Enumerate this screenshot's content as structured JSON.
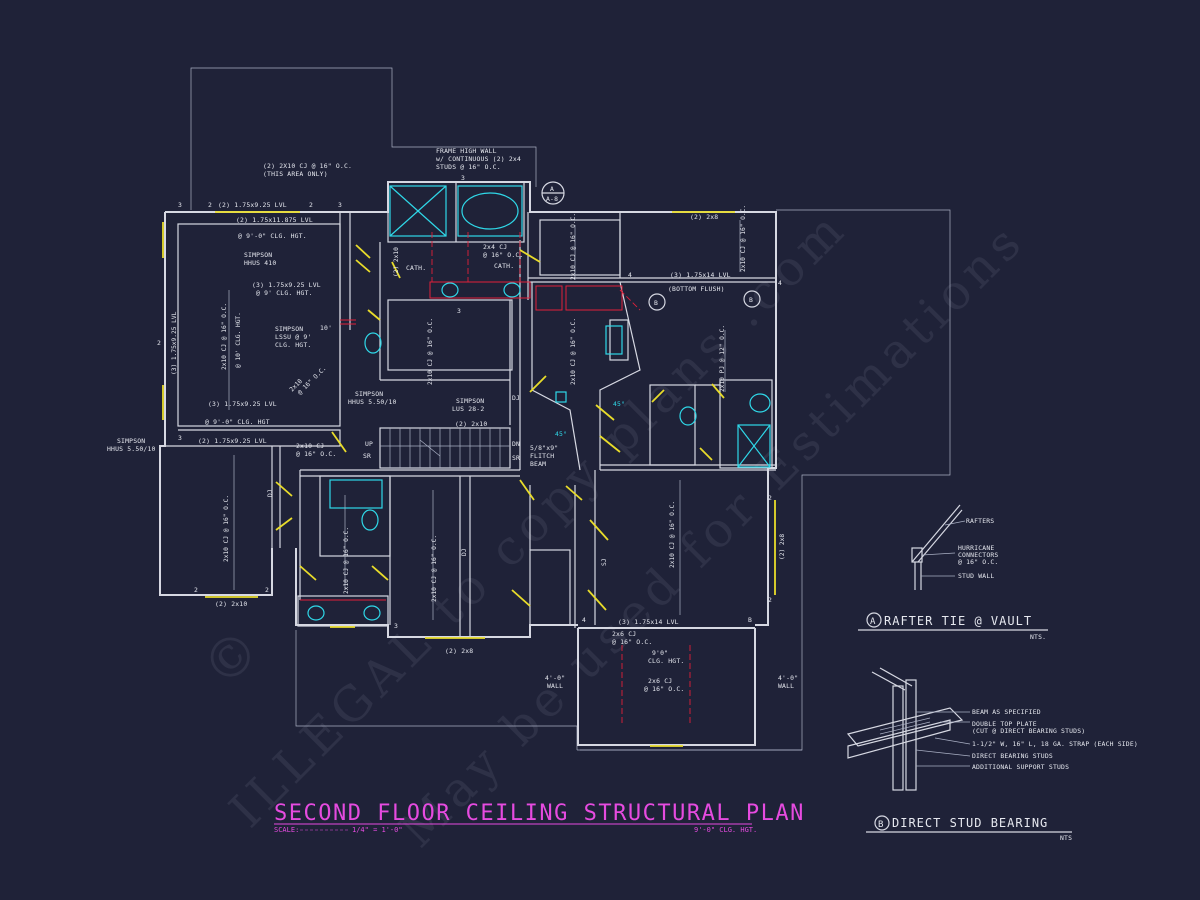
{
  "drawing": {
    "title": "SECOND FLOOR CEILING STRUCTURAL PLAN",
    "scale_label": "SCALE:",
    "scale_value": "1/4\" = 1'-0\"",
    "ceiling_note": "9'-0\" CLG. HGT.",
    "watermark_lines": [
      "ILLEGAL to copy plans .com",
      "May be used for Estimations"
    ],
    "watermark_copyright": "©"
  },
  "colors": {
    "background": "#1f2238",
    "lines": "#d6d8e2",
    "title": "#e64be0",
    "beams": "#e0203a",
    "windows": "#e8dc2a",
    "fixtures": "#2fd8e8"
  },
  "labels": {
    "frame_wall": [
      "FRAME HIGH WALL",
      "w/ CONTINUOUS (2) 2x4",
      "STUDS @ 16\" O.C."
    ],
    "cj_area": [
      "(2) 2X10 CJ @ 16\" O.C.",
      "(THIS AREA ONLY)"
    ],
    "lvl_top": "(2) 1.75x9.25 LVL",
    "lvl_top2": "(2) 1.75x11.875 LVL",
    "clg_hgt_9": "@ 9'-0\" CLG. HGT.",
    "simpson_hhus": [
      "SIMPSON",
      "HHUS 410"
    ],
    "lvl_3": [
      "(3) 1.75x9.25 LVL",
      "@ 9' CLG. HGT."
    ],
    "lvl_left": "(3) 1.75x9.25 LVL",
    "cj_left": "2x10 CJ @ 16\" O.C.",
    "cj_left2": "@ 10' CLG. HGT.",
    "simpson_lsu": [
      "SIMPSON",
      "LSSU @ 9'",
      "CLG. HGT."
    ],
    "tag_10": "10'",
    "rafter_2x10": [
      "2x10",
      "@ 16\" O.C."
    ],
    "lvl_bottom_left": "(3) 1.75x9.25 LVL",
    "clg_9_bottom": "@ 9'-0\" CLG. HGT",
    "simpson_hhus_left": [
      "SIMPSON",
      "HHUS 5.50/10"
    ],
    "lvl_mid": "(2) 1.75x9.25 LVL",
    "simpson_hhus2": [
      "SIMPSON",
      "HHUS 5.50/10"
    ],
    "cj_2x10_mid": [
      "2x10 CJ",
      "@ 16\" O.C."
    ],
    "cath1": "CATH.",
    "cath2": "CATH.",
    "cj_2x4": [
      "2x4 CJ",
      "@ 16\" O.C."
    ],
    "two_2x10": "(2) 2x10",
    "cj_vert_1": "2x10 CJ @ 16\" O.C.",
    "cj_vert_2": "2x10 CJ @ 16\" O.C.",
    "two_2x8_top": "(2) 2x8",
    "cj_2x10_right": "2x10 CJ @ 16\" O.C.",
    "lvl_3_right": "(3) 1.75x14 LVL",
    "bottom_flush": "(BOTTOM FLUSH)",
    "cj_2x10_right2": "2x10 PJ @ 12\" O.C.",
    "simpson_lus": [
      "SIMPSON",
      "LUS 28-2"
    ],
    "two_2x10_b": "(2) 2x10",
    "flitch": [
      "5/8\"x9\"",
      "FLITCH",
      "BEAM"
    ],
    "angle_45": "45°",
    "angle_45b": "45°",
    "up": "UP",
    "dn": "DN",
    "dj": "DJ",
    "sr": "SR",
    "dj2": "DJ",
    "dj3": "DJ",
    "dj4": "DJ",
    "sj": "SJ",
    "cj_bottom_1": "2x10 CJ @ 16\" O.C.",
    "cj_bottom_2": "2x10 CJ @ 16\" O.C.",
    "cj_bottom_3": "2x10 CJ @ 16\" O.C.",
    "cj_bottom_4": "2x10 CJ @ 16\" O.C.",
    "two_2x10_bot": "(2) 2x10",
    "two_2x8_bot": "(2) 2x8",
    "two_2x8_right": "(2) 2x8",
    "lvl_bottom": "(3) 1.75x14 LVL",
    "cj_2x6_a": [
      "2x6 CJ",
      "@ 16\" O.C."
    ],
    "clg_9_porch": [
      "9'0\"",
      "CLG. HGT."
    ],
    "cj_2x6_b": [
      "2x6 CJ",
      "@ 16\" O.C."
    ],
    "wall_4_left": [
      "4'-0\"",
      "WALL"
    ],
    "wall_4_right": [
      "4'-0\"",
      "WALL"
    ],
    "section_a": [
      "A",
      "A-8"
    ],
    "num_2": "2",
    "num_3": "3",
    "num_4": "4",
    "tag_b": "B"
  },
  "details": {
    "a": {
      "letter": "A",
      "title": "RAFTER TIE @ VAULT",
      "nts": "NTS.",
      "notes": [
        "RAFTERS",
        "HURRICANE",
        "CONNECTORS",
        "@ 16\" O.C.",
        "STUD WALL"
      ]
    },
    "b": {
      "letter": "B",
      "title": "DIRECT STUD BEARING",
      "nts": "NTS",
      "notes": [
        "BEAM AS SPECIFIED",
        "DOUBLE TOP PLATE",
        "(CUT @ DIRECT BEARING STUDS)",
        "1-1/2\" W, 16\" L, 18 GA. STRAP (EACH SIDE)",
        "DIRECT BEARING STUDS",
        "ADDITIONAL SUPPORT STUDS"
      ]
    }
  }
}
